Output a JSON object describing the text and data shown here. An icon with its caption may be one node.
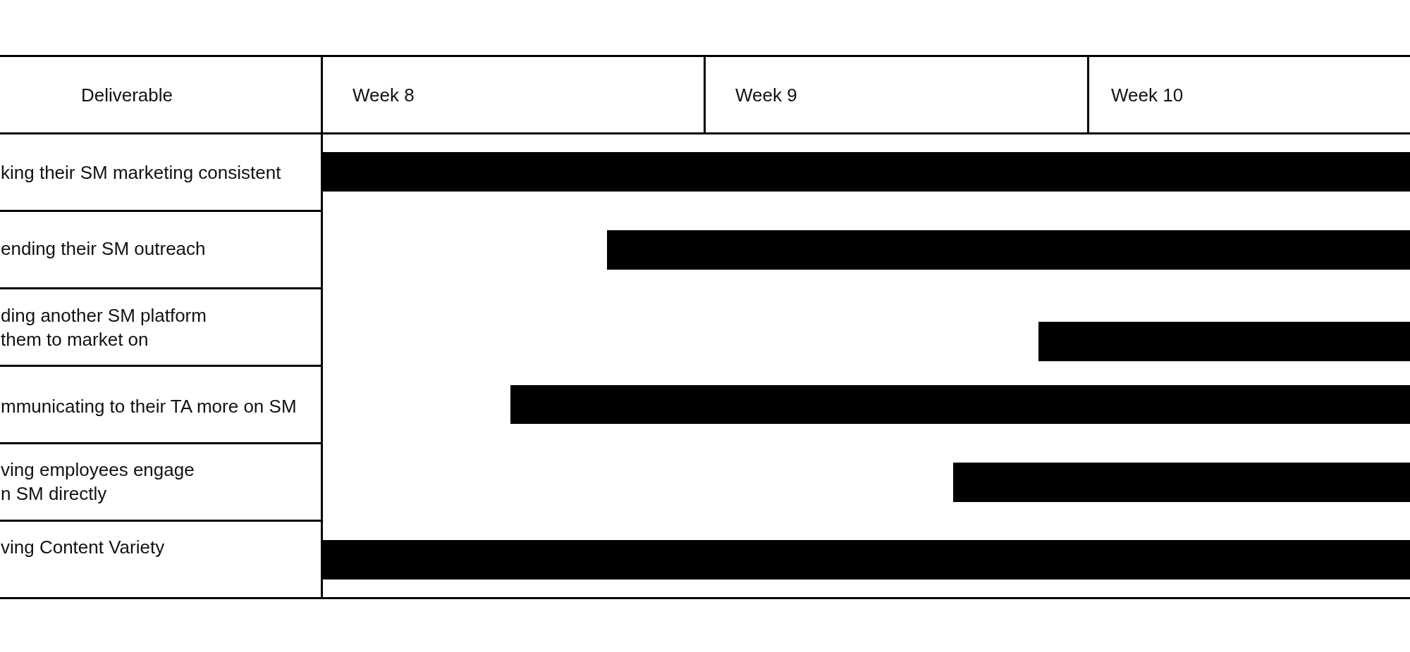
{
  "diagram": {
    "nodes": [
      {
        "text": [],
        "shape": "bar"
      },
      {
        "text": [],
        "shape": "bar"
      },
      {
        "text": [],
        "shape": "bar"
      },
      {
        "text": [],
        "shape": "bar"
      },
      {
        "text": [],
        "shape": "bar"
      },
      {
        "text": [],
        "shape": "bar"
      }
    ],
    "labels": [
      "Deliverable",
      "Week 8",
      "Week 9",
      "Week 10",
      "king their SM marketing consistent",
      "ending their SM outreach",
      "ding another SM platform them to market on",
      "mmunicating to their TA more on SM",
      "ving employees engage n SM directly",
      "ving Content Variety"
    ]
  }
}
